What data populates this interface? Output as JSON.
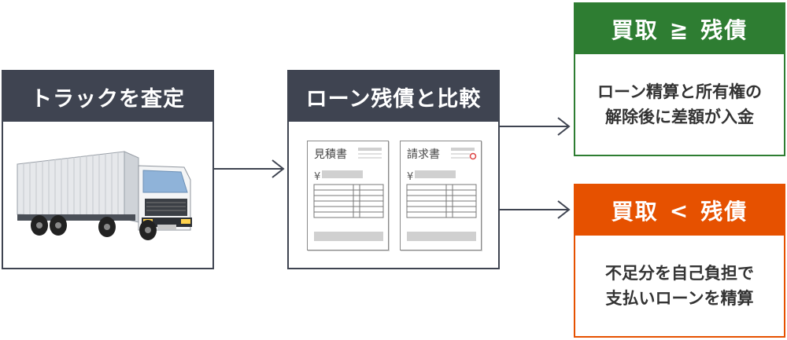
{
  "step1": {
    "title": "トラックを査定"
  },
  "step2": {
    "title": "ローン残債と比較"
  },
  "documents": [
    {
      "title": "見積書",
      "yen": "¥"
    },
    {
      "title": "請求書",
      "yen": "¥"
    }
  ],
  "result_top": {
    "left": "買取",
    "operator": "≧",
    "right": "残債",
    "lines": [
      "ローン精算と所有権の",
      "解除後に差額が入金"
    ],
    "color": "#2e7d32"
  },
  "result_bottom": {
    "left": "買取",
    "operator": "<",
    "right": "残債",
    "lines": [
      "不足分を自己負担で",
      "支払いローンを精算"
    ],
    "color": "#e65100"
  },
  "icons": [
    "truck-illustration",
    "arrow-right-icon",
    "document-icon"
  ]
}
